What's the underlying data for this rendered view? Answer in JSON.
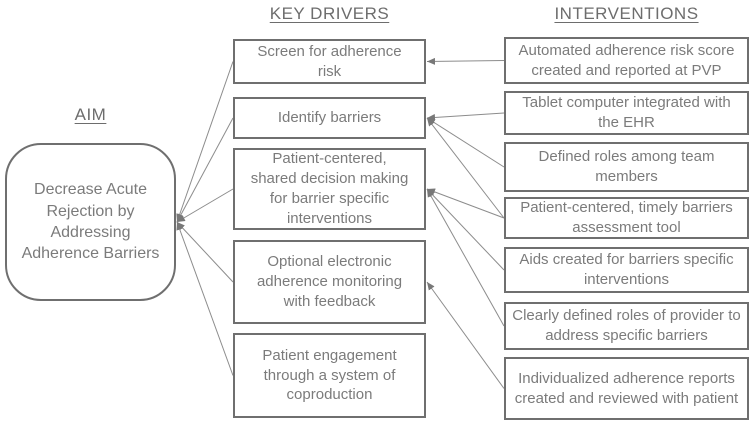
{
  "aim": {
    "header": "AIM",
    "label": "Decrease Acute\nRejection by\nAddressing\nAdherence Barriers"
  },
  "drivers": {
    "header": "KEY DRIVERS",
    "items": [
      "Screen for adherence\nrisk",
      "Identify barriers",
      "Patient-centered,\nshared decision making\nfor barrier specific\ninterventions",
      "Optional electronic\nadherence monitoring\nwith feedback",
      "Patient engagement\nthrough a system of\ncoproduction"
    ]
  },
  "interventions": {
    "header": "INTERVENTIONS",
    "items": [
      "Automated adherence risk score\ncreated and reported at PVP",
      "Tablet computer integrated with\nthe EHR",
      "Defined roles among team\nmembers",
      "Patient-centered, timely barriers\nassessment tool",
      "Aids created for barriers specific\ninterventions",
      "Clearly defined roles of provider to\naddress specific barriers",
      "Individualized adherence reports\ncreated and reviewed with patient"
    ]
  },
  "connections": {
    "interventions_to_drivers": [
      [
        0,
        0
      ],
      [
        1,
        1
      ],
      [
        2,
        1
      ],
      [
        3,
        1
      ],
      [
        3,
        2
      ],
      [
        4,
        2
      ],
      [
        5,
        2
      ],
      [
        6,
        3
      ]
    ],
    "drivers_to_aim": [
      0,
      1,
      2,
      3,
      4
    ]
  },
  "colors": {
    "box_border": "#6f6f6f",
    "text": "#7b7b7b",
    "line": "#8c8c8c",
    "arrowhead": "#787878"
  }
}
